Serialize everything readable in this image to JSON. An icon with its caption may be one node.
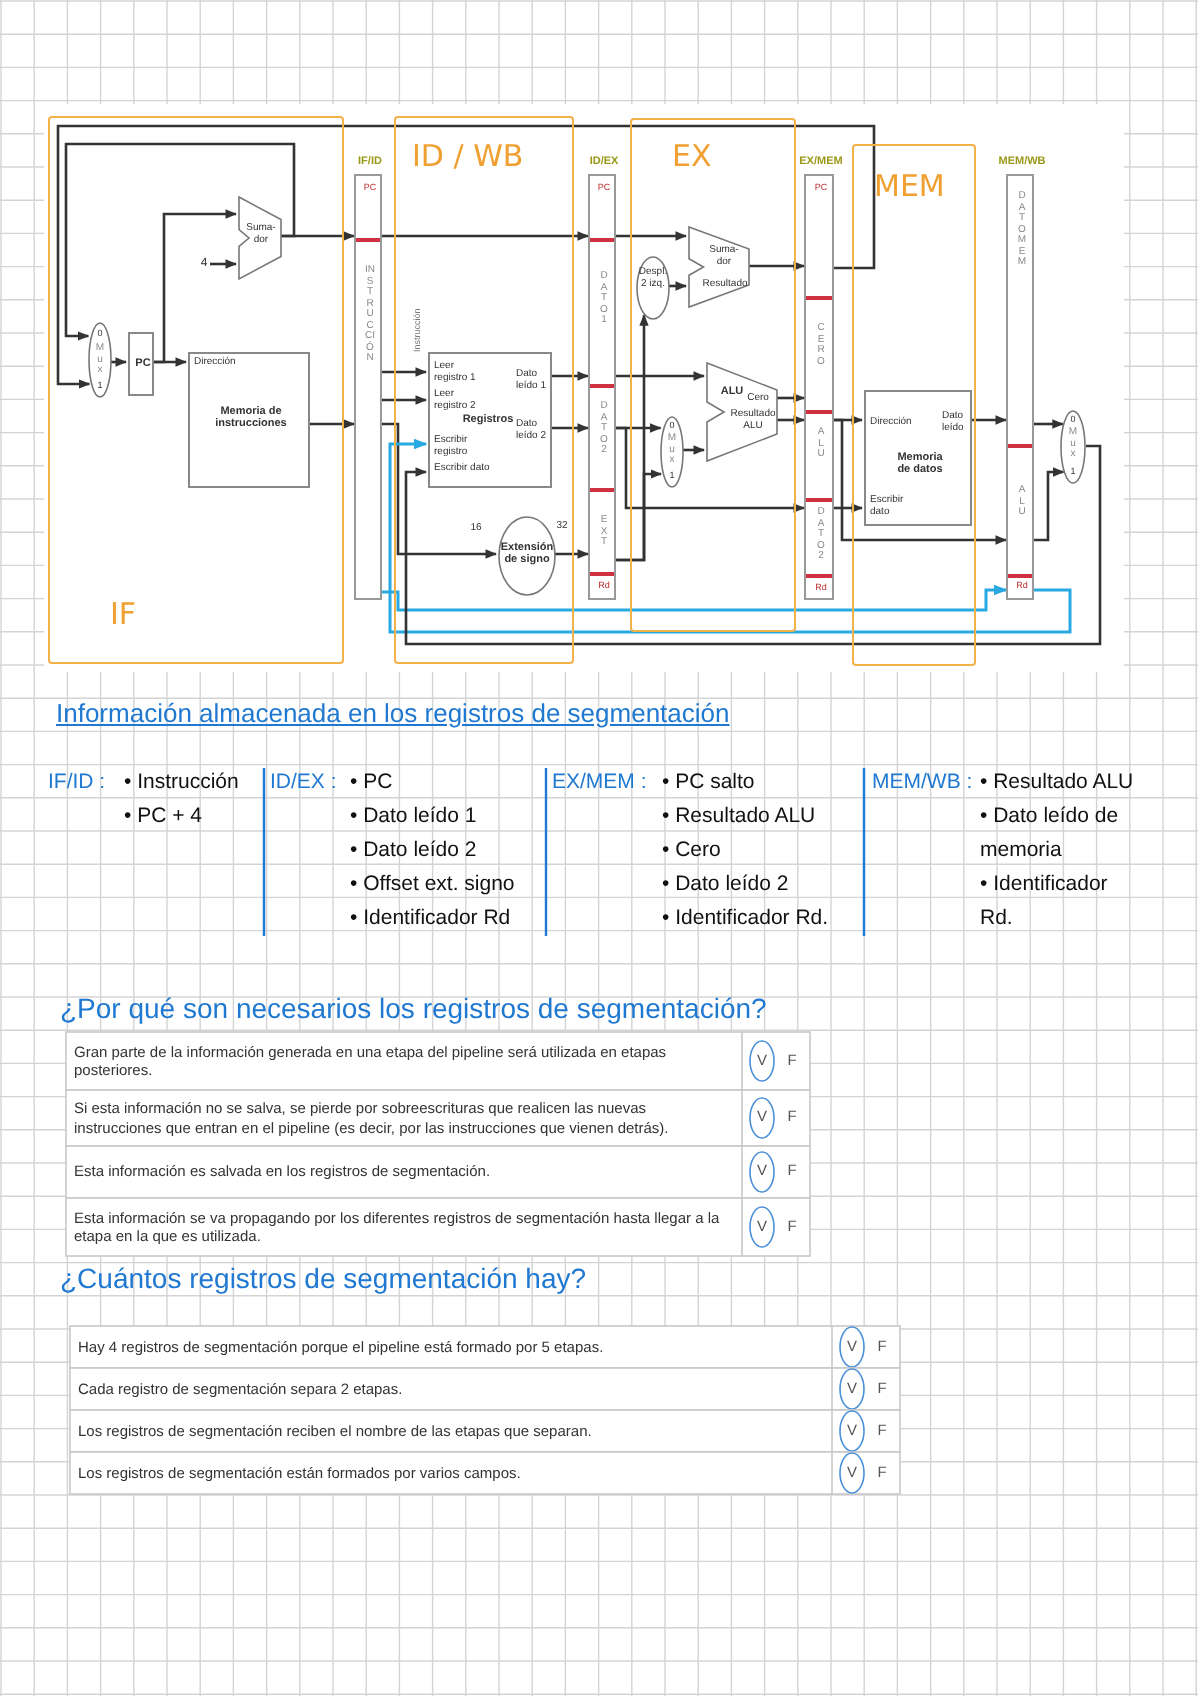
{
  "diagram": {
    "nodes": [
      {
        "text": [
          "IF"
        ]
      },
      {
        "text": [
          "0",
          "Mux",
          "1"
        ],
        "in": 0
      },
      {
        "text": [
          "PC"
        ],
        "in": 0
      },
      {
        "text": [
          "4"
        ],
        "in": 0
      },
      {
        "text": [
          "Suma- dor"
        ],
        "in": 0
      },
      {
        "text": [
          "Dirección",
          "Memoria de instrucciones"
        ],
        "in": 0
      },
      {
        "text": [
          "IF/ID",
          "PC",
          "INSTRUCCIÓN"
        ]
      },
      {
        "text": [
          "ID / WB"
        ]
      },
      {
        "text": [
          "Leer registro 1",
          "Leer registro 2",
          "Registros",
          "Escribir registro",
          "Escribir dato",
          "Dato leído 1",
          "Dato leído 2"
        ],
        "in": 7
      },
      {
        "text": [
          "Extensión de signo"
        ],
        "in": 7
      },
      {
        "text": [
          "ID/EX",
          "PC",
          "DATO 1",
          "DATO 2",
          "EXT",
          "Rd"
        ]
      },
      {
        "text": [
          "EX"
        ]
      },
      {
        "text": [
          "Suma- dor",
          "Resultado"
        ],
        "in": 11
      },
      {
        "text": [
          "Despl. 2 izq."
        ],
        "in": 11
      },
      {
        "text": [
          "ALU",
          "Cero",
          "Resultado ALU"
        ],
        "in": 11
      },
      {
        "text": [
          "0",
          "Mux",
          "1"
        ],
        "in": 11
      },
      {
        "text": [
          "EX/MEM",
          "PC",
          "CERO",
          "ALU",
          "DATO 2",
          "Rd"
        ]
      },
      {
        "text": [
          "MEM"
        ]
      },
      {
        "text": [
          "Dirección",
          "Dato leído",
          "Memoria de datos",
          "Escribir dato"
        ],
        "in": 17
      },
      {
        "text": [
          "MEM/WB",
          "DATO MEM",
          "ALU",
          "Rd"
        ]
      },
      {
        "text": [
          "0",
          "Mux",
          "1"
        ]
      }
    ],
    "edges": [
      {
        "from": 1,
        "to": 2,
        "arrow": "to"
      },
      {
        "from": 2,
        "to": 5,
        "arrow": "to"
      },
      {
        "from": 2,
        "to": 4,
        "arrow": "to"
      },
      {
        "from": 3,
        "to": 4,
        "arrow": "to"
      },
      {
        "from": 4,
        "to": 6,
        "arrow": "to"
      },
      {
        "from": 4,
        "to": 1,
        "arrow": "to"
      },
      {
        "from": 5,
        "to": 6,
        "arrow": "to"
      },
      {
        "from": 16,
        "to": 1,
        "arrow": "to"
      },
      {
        "from": 6,
        "to": 10,
        "arrow": "to"
      },
      {
        "from": 6,
        "to": 8,
        "arrow": "to"
      },
      {
        "from": 6,
        "to": 8,
        "arrow": "to"
      },
      {
        "from": 6,
        "to": 9,
        "arrow": "to"
      },
      {
        "from": 8,
        "to": 10,
        "arrow": "to"
      },
      {
        "from": 8,
        "to": 10,
        "arrow": "to"
      },
      {
        "from": 9,
        "to": 10,
        "arrow": "to"
      },
      {
        "from": 19,
        "to": 8,
        "arrow": "to",
        "color": "#29a9e1"
      },
      {
        "from": 6,
        "to": 19,
        "arrow": "to",
        "color": "#29a9e1"
      },
      {
        "from": 20,
        "to": 8,
        "arrow": "to"
      },
      {
        "from": 10,
        "to": 12,
        "arrow": "to"
      },
      {
        "from": 13,
        "to": 12,
        "arrow": "to"
      },
      {
        "from": 10,
        "to": 13,
        "arrow": "to"
      },
      {
        "from": 10,
        "to": 14,
        "arrow": "to"
      },
      {
        "from": 10,
        "to": 15,
        "arrow": "to"
      },
      {
        "from": 10,
        "to": 15,
        "arrow": "to"
      },
      {
        "from": 10,
        "to": 16,
        "arrow": "to"
      },
      {
        "from": 15,
        "to": 14,
        "arrow": "to"
      },
      {
        "from": 12,
        "to": 16,
        "arrow": "to"
      },
      {
        "from": 14,
        "to": 16,
        "arrow": "to"
      },
      {
        "from": 14,
        "to": 16,
        "arrow": "to"
      },
      {
        "from": 16,
        "to": 18,
        "arrow": "to"
      },
      {
        "from": 16,
        "to": 18,
        "arrow": "to"
      },
      {
        "from": 16,
        "to": 19,
        "arrow": "to"
      },
      {
        "from": 18,
        "to": 19,
        "arrow": "to"
      },
      {
        "from": 19,
        "to": 20,
        "arrow": "to"
      },
      {
        "from": 19,
        "to": 20,
        "arrow": "to"
      }
    ],
    "labels": [
      "Instrucción",
      "16",
      "32",
      "Información almacenada en los registros de segmentación",
      "IF/ID :",
      "• Instrucción",
      "• PC + 4",
      "ID/EX :",
      "• PC",
      "• Dato leído 1",
      "• Dato leído 2",
      "• Offset ext. signo",
      "• Identificador Rd",
      "EX/MEM :",
      "• PC salto",
      "• Resultado ALU",
      "• Cero",
      "• Dato leído 2",
      "• Identificador Rd.",
      "MEM/WB :",
      "• Resultado ALU",
      "• Dato leído de memoria",
      "• Identificador Rd.",
      "¿Por qué son necesarios los registros de segmentación?",
      "Gran parte de la información generada en una etapa del pipeline será utilizada en etapas posteriores.",
      "V",
      "F",
      "Si esta información no se salva, se pierde por sobreescrituras que realicen las nuevas instrucciones que entran en el pipeline (es decir, por las instrucciones que vienen detrás).",
      "V",
      "F",
      "Esta información es salvada en los registros de segmentación.",
      "V",
      "F",
      "Esta información se va propagando por los diferentes registros de segmentación hasta llegar a la etapa en la que es utilizada.",
      "V",
      "F",
      "¿Cuántos registros de segmentación hay?",
      "Hay 4 registros de segmentación porque el pipeline está formado por 5 etapas.",
      "V",
      "F",
      "Cada registro de segmentación separa 2 etapas.",
      "V",
      "F",
      "Los registros de segmentación reciben el nombre de las etapas que separan.",
      "V",
      "F",
      "Los registros de segmentación están formados por varios campos.",
      "V",
      "F"
    ]
  }
}
